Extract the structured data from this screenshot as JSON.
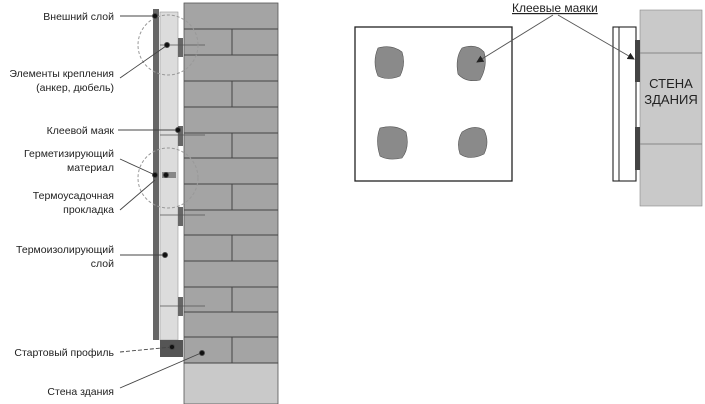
{
  "left_diagram": {
    "labels": {
      "outer_layer": "Внешний слой",
      "fasteners_1": "Элементы крепления",
      "fasteners_2": "(анкер, дюбель)",
      "adhesive_beacon": "Клеевой маяк",
      "sealing_1": "Герметизирующий",
      "sealing_2": "материал",
      "shrink_1": "Термоусадочная",
      "shrink_2": "прокладка",
      "insulation_1": "Термоизолирующий",
      "insulation_2": "слой",
      "start_profile": "Стартовый профиль",
      "building_wall": "Стена здания"
    }
  },
  "right_diagram": {
    "title": "Клеевые маяки",
    "wall_1": "СТЕНА",
    "wall_2": "ЗДАНИЯ"
  },
  "colors": {
    "brick": "#a4a4a4",
    "wall_light": "#c9c9c9",
    "insulation": "#dcdcdc",
    "dark": "#555555",
    "blob": "#8a8a8a"
  }
}
